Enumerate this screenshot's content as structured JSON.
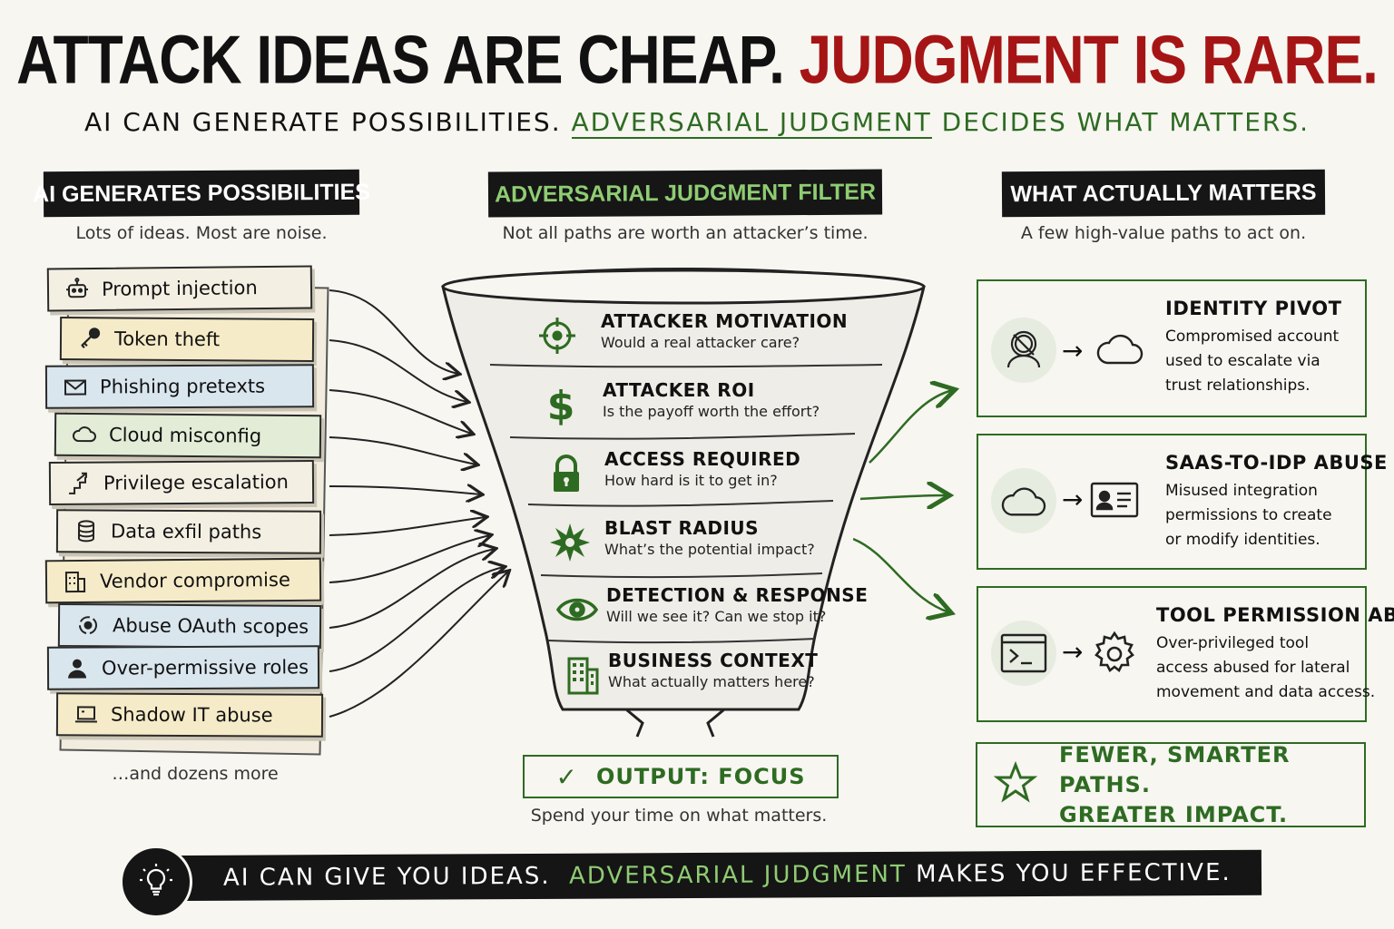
{
  "title": {
    "part1": "ATTACK IDEAS ARE CHEAP.",
    "part2": "JUDGMENT IS RARE."
  },
  "subtitle": {
    "part1": "AI CAN GENERATE POSSIBILITIES.",
    "highlight": "ADVERSARIAL JUDGMENT",
    "part2": "DECIDES WHAT MATTERS."
  },
  "columns": {
    "left": {
      "header": "AI GENERATES POSSIBILITIES",
      "subtitle": "Lots of ideas. Most are noise."
    },
    "middle": {
      "header": "ADVERSARIAL JUDGMENT FILTER",
      "subtitle": "Not all paths are worth an attacker’s time."
    },
    "right": {
      "header": "WHAT ACTUALLY MATTERS",
      "subtitle": "A few high-value paths to act on."
    }
  },
  "ideas": [
    {
      "label": "Prompt injection",
      "icon": "robot-icon",
      "color": "#f3efe3"
    },
    {
      "label": "Token theft",
      "icon": "key-icon",
      "color": "#f6ebc8"
    },
    {
      "label": "Phishing pretexts",
      "icon": "envelope-icon",
      "color": "#d9e6ee"
    },
    {
      "label": "Cloud misconfig",
      "icon": "cloud-icon",
      "color": "#e2ecd6"
    },
    {
      "label": "Privilege escalation",
      "icon": "stairs-icon",
      "color": "#f3efe3"
    },
    {
      "label": "Data exfil paths",
      "icon": "database-icon",
      "color": "#f3efe3"
    },
    {
      "label": "Vendor compromise",
      "icon": "building-icon",
      "color": "#f6ebc8"
    },
    {
      "label": "Abuse OAuth scopes",
      "icon": "oauth-icon",
      "color": "#d9e6ee"
    },
    {
      "label": "Over-permissive roles",
      "icon": "user-icon",
      "color": "#d9e6ee"
    },
    {
      "label": "Shadow IT abuse",
      "icon": "laptop-icon",
      "color": "#f6ebc8"
    }
  ],
  "ideas_more": "…and dozens more",
  "filters": [
    {
      "title": "ATTACKER MOTIVATION",
      "subtitle": "Would a real attacker care?",
      "icon": "target-icon"
    },
    {
      "title": "ATTACKER ROI",
      "subtitle": "Is the payoff worth the effort?",
      "icon": "dollar-icon"
    },
    {
      "title": "ACCESS REQUIRED",
      "subtitle": "How hard is it to get in?",
      "icon": "lock-icon"
    },
    {
      "title": "BLAST RADIUS",
      "subtitle": "What’s the potential impact?",
      "icon": "explosion-icon"
    },
    {
      "title": "DETECTION & RESPONSE",
      "subtitle": "Will we see it? Can we stop it?",
      "icon": "eye-icon"
    },
    {
      "title": "BUSINESS CONTEXT",
      "subtitle": "What actually matters here?",
      "icon": "office-building-icon"
    }
  ],
  "output": {
    "label": "OUTPUT: FOCUS",
    "subtitle": "Spend your time on what matters."
  },
  "results": [
    {
      "title": "IDENTITY PIVOT",
      "description": "Compromised account\nused to escalate via\ntrust relationships."
    },
    {
      "title": "SAAS-TO-IDP ABUSE",
      "description": "Misused integration\npermissions to create\nor modify identities."
    },
    {
      "title": "TOOL PERMISSION ABUSE",
      "description": "Over-privileged tool\naccess abused for lateral\nmovement and data access."
    }
  ],
  "summary": "FEWER, SMARTER PATHS.\nGREATER IMPACT.",
  "banner": {
    "part1": "AI CAN GIVE YOU IDEAS.",
    "highlight": "ADVERSARIAL JUDGMENT",
    "part2": "MAKES YOU EFFECTIVE."
  },
  "colors": {
    "accent_red": "#a61515",
    "accent_green": "#2e6b22",
    "light_green": "#8fcc73",
    "ink": "#111111"
  }
}
